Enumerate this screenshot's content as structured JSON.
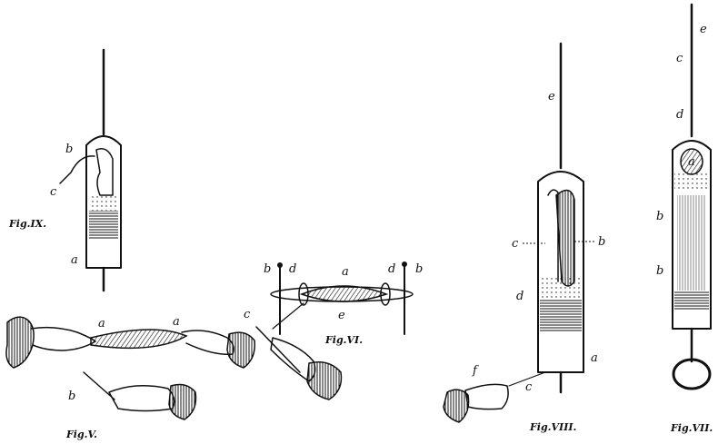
{
  "figures": {
    "fig9": {
      "caption": "Fig.IX.",
      "labels": {
        "b": "b",
        "c": "c",
        "a": "a"
      }
    },
    "fig6": {
      "caption": "Fig.VI.",
      "labels": {
        "b_left": "b",
        "d_left": "d",
        "a": "a",
        "d_right": "d",
        "b_right": "b",
        "e": "e"
      }
    },
    "fig5": {
      "caption": "Fig.V.",
      "labels": {
        "a_left": "a",
        "a_right": "a",
        "b": "b",
        "c": "c"
      }
    },
    "fig8": {
      "caption": "Fig.VIII.",
      "labels": {
        "e": "e",
        "c_dotted": "c",
        "b": "b",
        "d": "d",
        "a": "a",
        "f": "f",
        "c": "c"
      }
    },
    "fig7": {
      "caption": "Fig.VII.",
      "labels": {
        "e": "e",
        "c": "c",
        "d": "d",
        "a": "a",
        "b_upper": "b",
        "b_lower": "b"
      }
    }
  },
  "colors": {
    "ink": "#111111",
    "paper": "#ffffff"
  }
}
